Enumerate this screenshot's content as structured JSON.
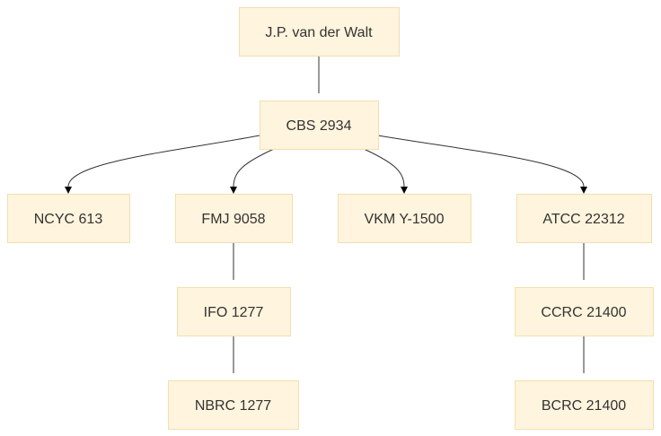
{
  "diagram": {
    "nodes": [
      {
        "id": "jp",
        "label": "J.P. van der Walt"
      },
      {
        "id": "cbs",
        "label": "CBS 2934"
      },
      {
        "id": "ncyc",
        "label": "NCYC 613"
      },
      {
        "id": "fmj",
        "label": "FMJ 9058"
      },
      {
        "id": "vkm",
        "label": "VKM Y-1500"
      },
      {
        "id": "atcc",
        "label": "ATCC 22312"
      },
      {
        "id": "ifo",
        "label": "IFO 1277"
      },
      {
        "id": "ccrc",
        "label": "CCRC 21400"
      },
      {
        "id": "nbrc",
        "label": "NBRC 1277"
      },
      {
        "id": "bcrc",
        "label": "BCRC 21400"
      }
    ],
    "edges": [
      {
        "from": "jp",
        "to": "cbs"
      },
      {
        "from": "cbs",
        "to": "ncyc"
      },
      {
        "from": "cbs",
        "to": "fmj"
      },
      {
        "from": "cbs",
        "to": "vkm"
      },
      {
        "from": "cbs",
        "to": "atcc"
      },
      {
        "from": "fmj",
        "to": "ifo"
      },
      {
        "from": "ifo",
        "to": "nbrc"
      },
      {
        "from": "atcc",
        "to": "ccrc"
      },
      {
        "from": "ccrc",
        "to": "bcrc"
      }
    ]
  }
}
